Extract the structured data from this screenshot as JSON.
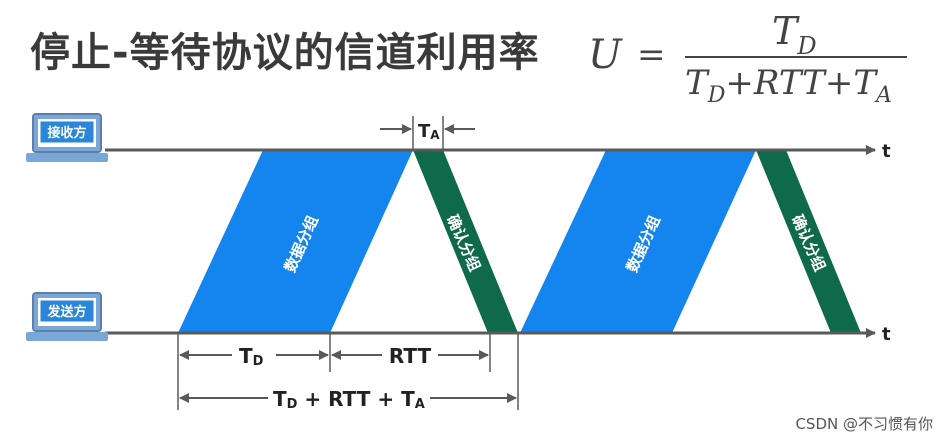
{
  "title": "停止-等待协议的信道利用率",
  "formula": {
    "lhs": "U",
    "eq": "=",
    "numerator_main": "T",
    "numerator_sub": "D",
    "denominator": {
      "t1_main": "T",
      "t1_sub": "D",
      "plus1": "+",
      "rtt": "RTT",
      "plus2": "+",
      "t2_main": "T",
      "t2_sub": "A"
    }
  },
  "receiver": {
    "label": "接收方",
    "axis_label": "t"
  },
  "sender": {
    "label": "发送方",
    "axis_label": "t"
  },
  "packets": {
    "data_label": "数据分组",
    "ack_label": "确认分组"
  },
  "dims": {
    "ta_main": "T",
    "ta_sub": "A",
    "td_main": "T",
    "td_sub": "D",
    "rtt": "RTT",
    "total_parts": [
      "T",
      "D",
      " + RTT + T",
      "A"
    ]
  },
  "colors": {
    "data": "#1485ee",
    "ack": "#0e6a4a",
    "line": "#5a5a5a",
    "label_bg": "#2a86d8",
    "label_fg": "#ffffff"
  },
  "watermark": "CSDN @不习惯有你"
}
